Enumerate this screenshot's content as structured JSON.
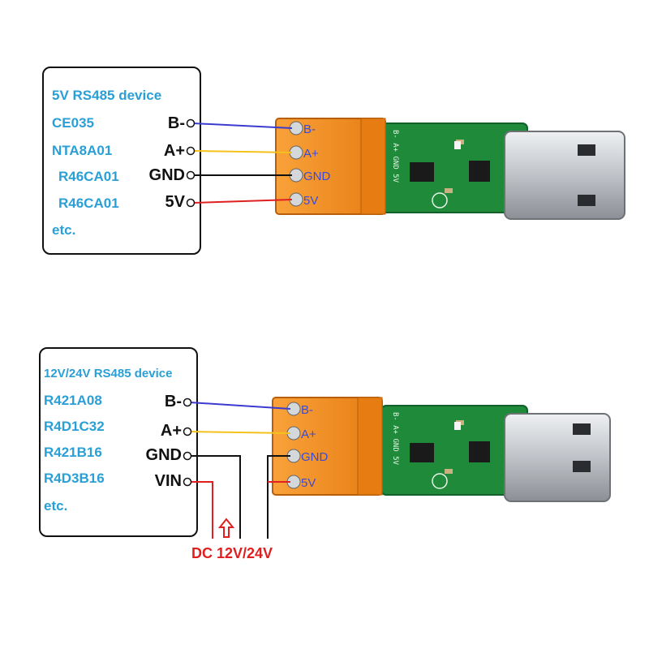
{
  "panel_top": {
    "title": "5V RS485 device",
    "models": [
      "CE035",
      "NTA8A01",
      "R46CA01",
      "R46CA01"
    ],
    "etc": "etc.",
    "pins": [
      "B-",
      "A+",
      "GND",
      "5V"
    ],
    "terminal_labels": [
      "B-",
      "A+",
      "GND",
      "5V"
    ],
    "board_silk": "B- A+ GND 5V"
  },
  "panel_bottom": {
    "title": "12V/24V RS485 device",
    "models": [
      "R421A08",
      "R4D1C32",
      "R421B16",
      "R4D3B16"
    ],
    "etc": "etc.",
    "pins": [
      "B-",
      "A+",
      "GND",
      "VIN"
    ],
    "terminal_labels": [
      "B-",
      "A+",
      "GND",
      "5V"
    ],
    "board_silk": "B- A+ GND 5V",
    "power_supply": "DC 12V/24V"
  },
  "wire_colors": {
    "b_minus": "#3b3bd0",
    "a_plus": "#f4c21a",
    "gnd": "#111111",
    "power": "#e02020"
  },
  "colors": {
    "label_blue": "#2a9fd6",
    "terminal_orange": "#f7941d",
    "pcb_green": "#1f8a3a",
    "usb_metal": "#c9ccd0"
  }
}
